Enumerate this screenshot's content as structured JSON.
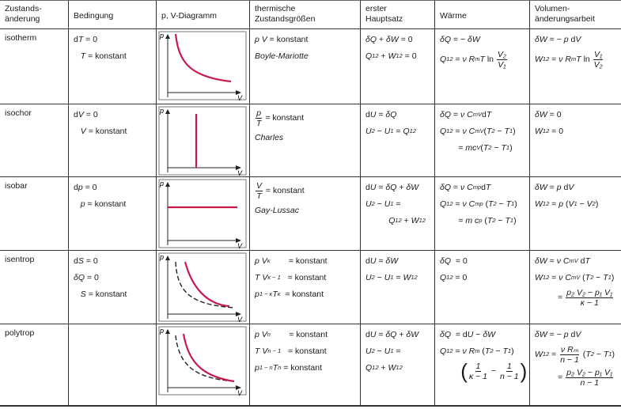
{
  "headers": [
    "Zustands-\nänderung",
    "Bedingung",
    "p, V-Diagramm",
    "thermische\nZustandsgrößen",
    "erster\nHauptsatz",
    "Wärme",
    "Volumen-\nänderungsarbeit"
  ],
  "axis": {
    "y": "p",
    "x": "V"
  },
  "colors": {
    "curve": "#c8184a",
    "adiabat": "#222222",
    "grid": "#333333"
  },
  "rows": [
    {
      "name": "isotherm",
      "diagram": "hyperbola",
      "bedingung": [
        [
          {
            "t": "d"
          },
          {
            "i": "T"
          },
          {
            "t": " = 0"
          }
        ],
        [
          {
            "t": "   "
          },
          {
            "i": "T"
          },
          {
            "t": " = konstant"
          }
        ]
      ],
      "therm": [
        [
          {
            "i": "p V"
          },
          {
            "t": " = konstant"
          }
        ],
        [
          {
            "i": "Boyle-Mariotte"
          }
        ]
      ],
      "haupt": [
        [
          {
            "i": "δQ"
          },
          {
            "t": " + "
          },
          {
            "i": "δW"
          },
          {
            "t": " = 0"
          }
        ],
        [
          {
            "i": "Q"
          },
          {
            "sub": "12"
          },
          {
            "t": " + "
          },
          {
            "i": "W"
          },
          {
            "sub": "12"
          },
          {
            "t": " = 0"
          }
        ]
      ],
      "waerme": [
        [
          {
            "i": "δQ"
          },
          {
            "t": " = − "
          },
          {
            "i": "δW"
          }
        ],
        [
          {
            "i": "Q"
          },
          {
            "sub": "12"
          },
          {
            "t": " = "
          },
          {
            "i": "ν R"
          },
          {
            "sub": "m"
          },
          {
            "i": "T"
          },
          {
            "t": " ln "
          },
          {
            "frac": [
              "V₂",
              "V₁"
            ]
          }
        ]
      ],
      "arbeit": [
        [
          {
            "i": "δW"
          },
          {
            "t": " = − "
          },
          {
            "i": "p"
          },
          {
            "t": " d"
          },
          {
            "i": "V"
          }
        ],
        [
          {
            "i": "W"
          },
          {
            "sub": "12"
          },
          {
            "t": " = "
          },
          {
            "i": "ν R"
          },
          {
            "sub": "m"
          },
          {
            "i": "T"
          },
          {
            "t": " ln "
          },
          {
            "frac": [
              "V₁",
              "V₂"
            ]
          }
        ]
      ]
    },
    {
      "name": "isochor",
      "diagram": "vertical",
      "bedingung": [
        [
          {
            "t": "d"
          },
          {
            "i": "V"
          },
          {
            "t": " = 0"
          }
        ],
        [
          {
            "t": "   "
          },
          {
            "i": "V"
          },
          {
            "t": " = konstant"
          }
        ]
      ],
      "therm": [
        [
          {
            "frac": [
              "p",
              "T"
            ]
          },
          {
            "t": " = konstant"
          }
        ],
        [
          {
            "i": "Charles"
          }
        ]
      ],
      "haupt": [
        [
          {
            "t": "d"
          },
          {
            "i": "U"
          },
          {
            "t": " = "
          },
          {
            "i": "δQ"
          }
        ],
        [
          {
            "i": "U"
          },
          {
            "sub": "2"
          },
          {
            "t": " − "
          },
          {
            "i": "U"
          },
          {
            "sub": "1"
          },
          {
            "t": " = "
          },
          {
            "i": "Q"
          },
          {
            "sub": "12"
          }
        ]
      ],
      "waerme": [
        [
          {
            "i": "δQ"
          },
          {
            "t": " = "
          },
          {
            "i": "ν C"
          },
          {
            "sub": "mV"
          },
          {
            "t": "d"
          },
          {
            "i": "T"
          }
        ],
        [
          {
            "i": "Q"
          },
          {
            "sub": "12"
          },
          {
            "t": " = "
          },
          {
            "i": "ν C"
          },
          {
            "sub": "mV"
          },
          {
            "t": "("
          },
          {
            "i": "T"
          },
          {
            "sub": "2"
          },
          {
            "t": " − "
          },
          {
            "i": "T"
          },
          {
            "sub": "1"
          },
          {
            "t": ")"
          }
        ],
        [
          {
            "t": "        = "
          },
          {
            "i": "mc"
          },
          {
            "sub": "V"
          },
          {
            "t": "("
          },
          {
            "i": "T"
          },
          {
            "sub": "2"
          },
          {
            "t": " − "
          },
          {
            "i": "T"
          },
          {
            "sub": "1"
          },
          {
            "t": ")"
          }
        ]
      ],
      "arbeit": [
        [
          {
            "i": "δW"
          },
          {
            "t": " = 0"
          }
        ],
        [
          {
            "i": "W"
          },
          {
            "sub": "12"
          },
          {
            "t": " = 0"
          }
        ]
      ]
    },
    {
      "name": "isobar",
      "diagram": "horizontal",
      "bedingung": [
        [
          {
            "t": "d"
          },
          {
            "i": "p"
          },
          {
            "t": " = 0"
          }
        ],
        [
          {
            "t": "   "
          },
          {
            "i": "p"
          },
          {
            "t": " = konstant"
          }
        ]
      ],
      "therm": [
        [
          {
            "frac": [
              "V",
              "T"
            ]
          },
          {
            "t": " = konstant"
          }
        ],
        [
          {
            "i": "Gay-Lussac"
          }
        ]
      ],
      "haupt": [
        [
          {
            "t": "d"
          },
          {
            "i": "U"
          },
          {
            "t": " = "
          },
          {
            "i": "δQ"
          },
          {
            "t": " + "
          },
          {
            "i": "δW"
          }
        ],
        [
          {
            "i": "U"
          },
          {
            "sub": "2"
          },
          {
            "t": " − "
          },
          {
            "i": "U"
          },
          {
            "sub": "1"
          },
          {
            "t": " ="
          }
        ],
        [
          {
            "t": "          "
          },
          {
            "i": "Q"
          },
          {
            "sub": "12"
          },
          {
            "t": " + "
          },
          {
            "i": "W"
          },
          {
            "sub": "12"
          }
        ]
      ],
      "waerme": [
        [
          {
            "i": "δQ"
          },
          {
            "t": " = "
          },
          {
            "i": "ν C"
          },
          {
            "sub": "mp"
          },
          {
            "t": "d"
          },
          {
            "i": "T"
          }
        ],
        [
          {
            "i": "Q"
          },
          {
            "sub": "12"
          },
          {
            "t": " = "
          },
          {
            "i": "ν C"
          },
          {
            "sub": "mp"
          },
          {
            "t": " ("
          },
          {
            "i": "T"
          },
          {
            "sub": "2"
          },
          {
            "t": " − "
          },
          {
            "i": "T"
          },
          {
            "sub": "1"
          },
          {
            "t": ")"
          }
        ],
        [
          {
            "t": "        = "
          },
          {
            "i": "m c"
          },
          {
            "sub": "p"
          },
          {
            "t": " ("
          },
          {
            "i": "T"
          },
          {
            "sub": "2"
          },
          {
            "t": " − "
          },
          {
            "i": "T"
          },
          {
            "sub": "1"
          },
          {
            "t": ")"
          }
        ]
      ],
      "arbeit": [
        [
          {
            "i": "δW"
          },
          {
            "t": " = "
          },
          {
            "i": "p"
          },
          {
            "t": " d"
          },
          {
            "i": "V"
          }
        ],
        [
          {
            "i": "W"
          },
          {
            "sub": "12"
          },
          {
            "t": " = "
          },
          {
            "i": "p"
          },
          {
            "t": " ("
          },
          {
            "i": "V"
          },
          {
            "sub": "1"
          },
          {
            "t": " − "
          },
          {
            "i": "V"
          },
          {
            "sub": "2"
          },
          {
            "t": ")"
          }
        ]
      ]
    },
    {
      "name": "isentrop",
      "diagram": "isentrope",
      "bedingung": [
        [
          {
            "t": "d"
          },
          {
            "i": "S"
          },
          {
            "t": " = 0"
          }
        ],
        [
          {
            "i": "δQ"
          },
          {
            "t": " = 0"
          }
        ],
        [
          {
            "t": "   "
          },
          {
            "i": "S"
          },
          {
            "t": " = konstant"
          }
        ]
      ],
      "therm": [
        [
          {
            "i": "p V"
          },
          {
            "sup": "κ"
          },
          {
            "t": "        = konstant"
          }
        ],
        [
          {
            "i": "T V"
          },
          {
            "sup": "κ − 1"
          },
          {
            "t": "   = konstant"
          }
        ],
        [
          {
            "i": "p"
          },
          {
            "sup": "1 − κ"
          },
          {
            "i": "T"
          },
          {
            "sup": "κ"
          },
          {
            "t": "  = konstant"
          }
        ]
      ],
      "haupt": [
        [
          {
            "t": "d"
          },
          {
            "i": "U"
          },
          {
            "t": " = "
          },
          {
            "i": "δW"
          }
        ],
        [
          {
            "i": "U"
          },
          {
            "sub": "2"
          },
          {
            "t": " − "
          },
          {
            "i": "U"
          },
          {
            "sub": "1"
          },
          {
            "t": " = "
          },
          {
            "i": "W"
          },
          {
            "sub": "12"
          }
        ]
      ],
      "waerme": [
        [
          {
            "i": "δQ"
          },
          {
            "t": "  = 0"
          }
        ],
        [
          {
            "i": "Q"
          },
          {
            "sub": "12"
          },
          {
            "t": " = 0"
          }
        ]
      ],
      "arbeit": [
        [
          {
            "i": "δW"
          },
          {
            "t": " = "
          },
          {
            "i": "ν C"
          },
          {
            "sub": "mV"
          },
          {
            "t": " d"
          },
          {
            "i": "T"
          }
        ],
        [
          {
            "i": "W"
          },
          {
            "sub": "12"
          },
          {
            "t": " = "
          },
          {
            "i": "ν C"
          },
          {
            "sub": "mV"
          },
          {
            "t": " ("
          },
          {
            "i": "T"
          },
          {
            "sub": "2"
          },
          {
            "t": " − "
          },
          {
            "i": "T"
          },
          {
            "sub": "1"
          },
          {
            "t": ")"
          }
        ],
        [
          {
            "t": "          = "
          },
          {
            "frac": [
              "p₂ V₂ − p₁ V₁",
              "κ − 1"
            ]
          }
        ]
      ]
    },
    {
      "name": "polytrop",
      "diagram": "polytrope",
      "bedingung": [],
      "therm": [
        [
          {
            "i": "p V"
          },
          {
            "sup": "n"
          },
          {
            "t": "        = konstant"
          }
        ],
        [
          {
            "i": "T V"
          },
          {
            "sup": "n − 1"
          },
          {
            "t": "   = konstant"
          }
        ],
        [
          {
            "i": "p"
          },
          {
            "sup": "1 − n"
          },
          {
            "i": "T"
          },
          {
            "sup": "n"
          },
          {
            "t": " = konstant"
          }
        ]
      ],
      "haupt": [
        [
          {
            "t": "d"
          },
          {
            "i": "U"
          },
          {
            "t": " = "
          },
          {
            "i": "δQ"
          },
          {
            "t": " + "
          },
          {
            "i": "δW"
          }
        ],
        [
          {
            "i": "U"
          },
          {
            "sub": "2"
          },
          {
            "t": " − "
          },
          {
            "i": "U"
          },
          {
            "sub": "1"
          },
          {
            "t": " ="
          }
        ],
        [
          {
            "i": "Q"
          },
          {
            "sub": "12"
          },
          {
            "t": " + "
          },
          {
            "i": "W"
          },
          {
            "sub": "12"
          }
        ]
      ],
      "waerme": [
        [
          {
            "i": "δQ"
          },
          {
            "t": "  = d"
          },
          {
            "i": "U"
          },
          {
            "t": " − "
          },
          {
            "i": "δW"
          }
        ],
        [
          {
            "i": "Q"
          },
          {
            "sub": "12"
          },
          {
            "t": " = "
          },
          {
            "i": "ν R"
          },
          {
            "sub": "m"
          },
          {
            "t": " ("
          },
          {
            "i": "T"
          },
          {
            "sub": "2"
          },
          {
            "t": " − "
          },
          {
            "i": "T"
          },
          {
            "sub": "1"
          },
          {
            "t": ")"
          }
        ],
        [
          {
            "t": "         "
          },
          {
            "paren": "("
          },
          {
            "frac": [
              "1",
              "κ − 1"
            ]
          },
          {
            "t": " − "
          },
          {
            "frac": [
              "1",
              "n − 1"
            ]
          },
          {
            "paren": ")"
          }
        ]
      ],
      "arbeit": [
        [
          {
            "i": "δW"
          },
          {
            "t": " = − "
          },
          {
            "i": "p"
          },
          {
            "t": " d"
          },
          {
            "i": "V"
          }
        ],
        [
          {
            "i": "W"
          },
          {
            "sub": "12"
          },
          {
            "t": " = "
          },
          {
            "frac": [
              "ν Rₘ",
              "n − 1"
            ]
          },
          {
            "t": " ("
          },
          {
            "i": "T"
          },
          {
            "sub": "2"
          },
          {
            "t": " − "
          },
          {
            "i": "T"
          },
          {
            "sub": "1"
          },
          {
            "t": ")"
          }
        ],
        [
          {
            "t": "          = "
          },
          {
            "frac": [
              "p₂ V₂ − p₁ V₁",
              "n − 1"
            ]
          }
        ]
      ]
    }
  ]
}
